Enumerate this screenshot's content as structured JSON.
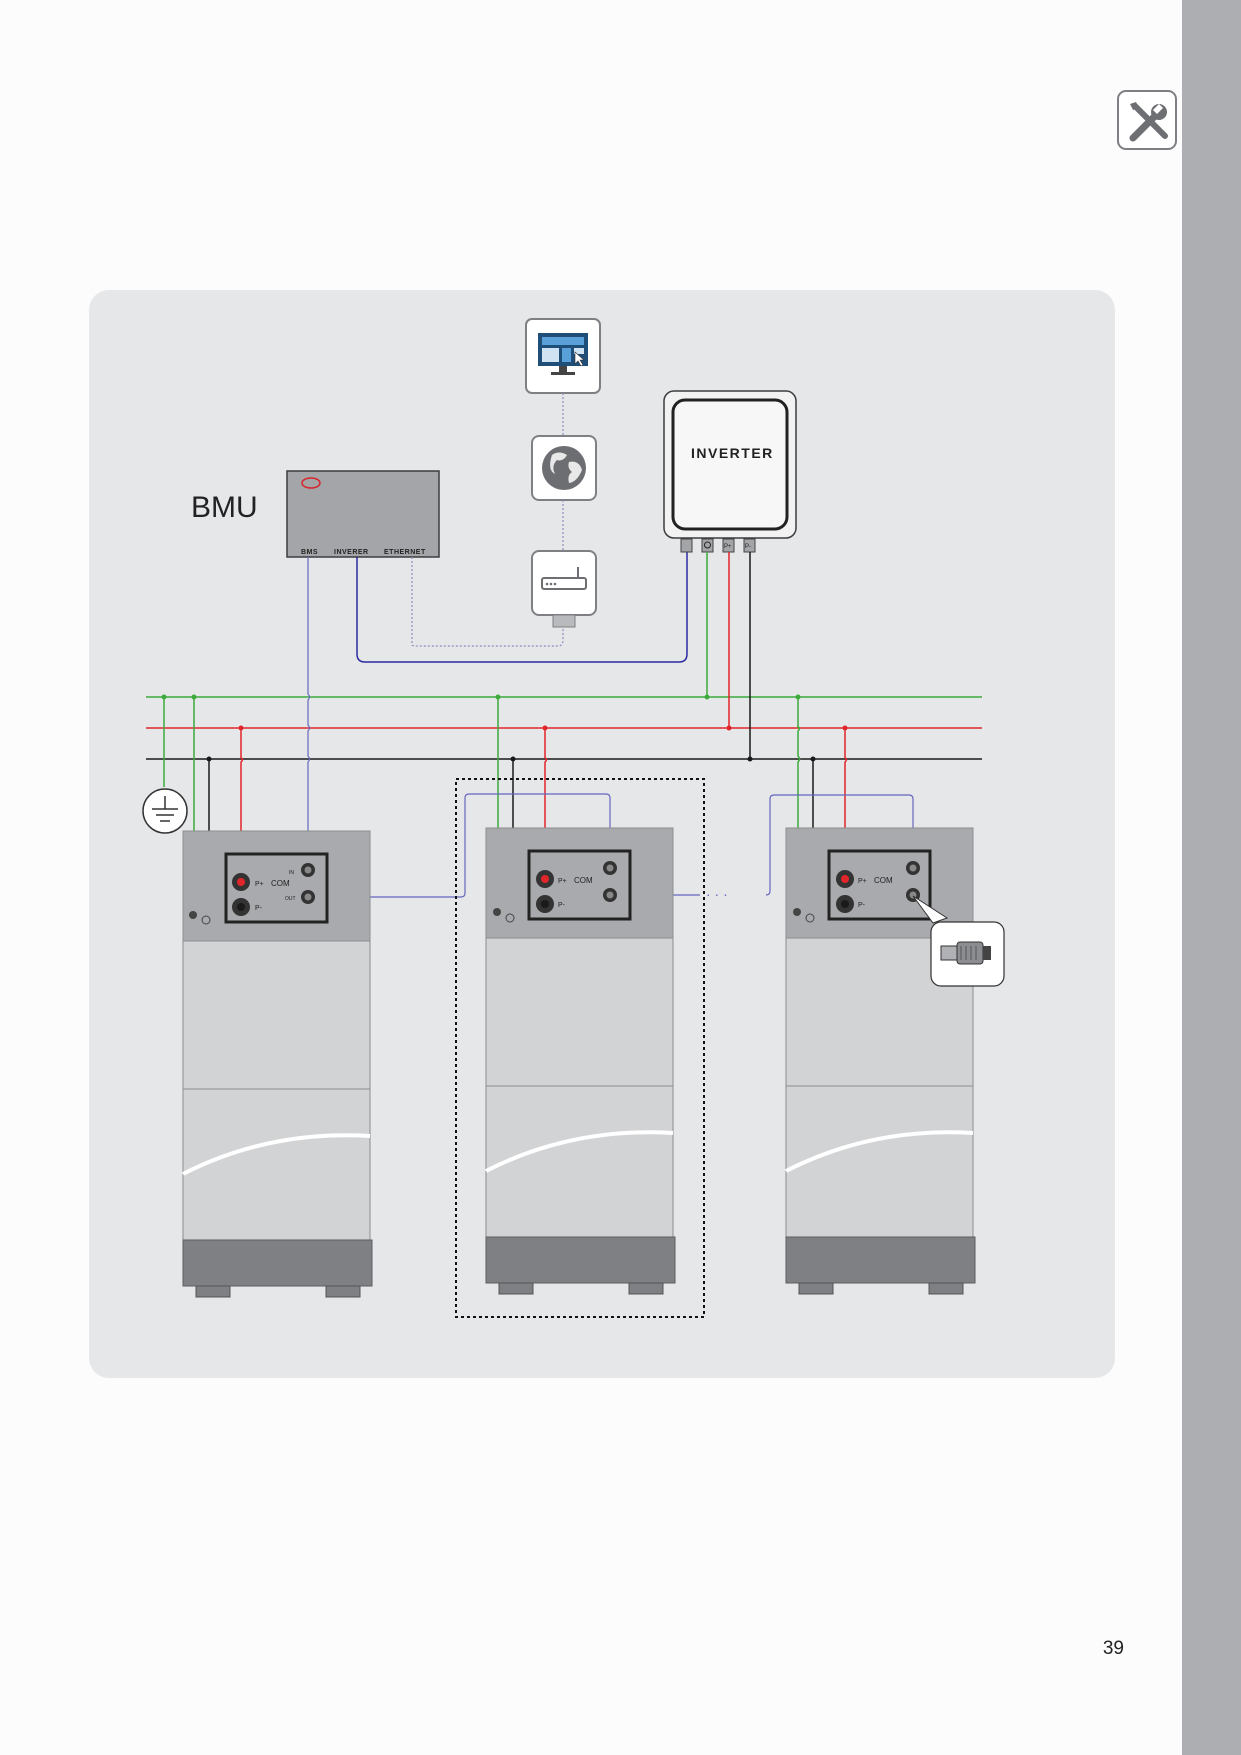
{
  "diagram": {
    "bmu": {
      "title": "BMU",
      "ports": {
        "bms": "BMS",
        "inverter": "INVERER",
        "ethernet": "ETHERNET"
      }
    },
    "inverter": {
      "title": "INVERTER",
      "terminals": {
        "pos": "P+",
        "neg": "P-"
      }
    },
    "battery_module": {
      "labels": {
        "p_pos": "P+",
        "p_neg": "P-",
        "com": "COM",
        "in": "IN",
        "out": "OUT"
      }
    },
    "continuation": "· · ·",
    "icons": [
      "monitor-icon",
      "globe-icon",
      "router-icon",
      "ground-symbol-icon",
      "terminator-plug-icon",
      "tools-icon"
    ],
    "colors": {
      "ground": "#3cab3c",
      "positive": "#e0262b",
      "negative": "#1a1a1a",
      "communication": "#6666c0",
      "network": "#7a7aa8"
    }
  },
  "page": {
    "number": "39"
  }
}
